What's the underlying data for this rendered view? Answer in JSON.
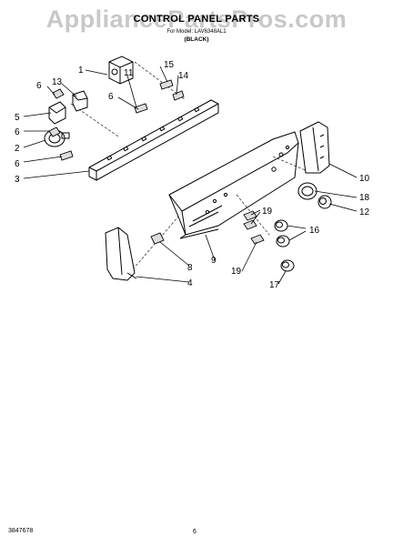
{
  "watermark": "AppliancePartsPros.com",
  "title": "CONTROL PANEL PARTS",
  "subtitle": "For Model: LAV6348AL1",
  "color_note": "(BLACK)",
  "footer": {
    "doc_number": "3847678",
    "page_number": "6"
  },
  "callouts": {
    "c1": "1",
    "c15": "15",
    "c14": "14",
    "c6a": "6",
    "c13": "13",
    "c11": "11",
    "c6b": "6",
    "c5": "5",
    "c6c": "6",
    "c2": "2",
    "c6d": "6",
    "c3": "3",
    "c10": "10",
    "c18": "18",
    "c12": "12",
    "c19a": "19",
    "c16": "16",
    "c8": "8",
    "c9": "9",
    "c4": "4",
    "c19b": "19",
    "c17": "17"
  }
}
